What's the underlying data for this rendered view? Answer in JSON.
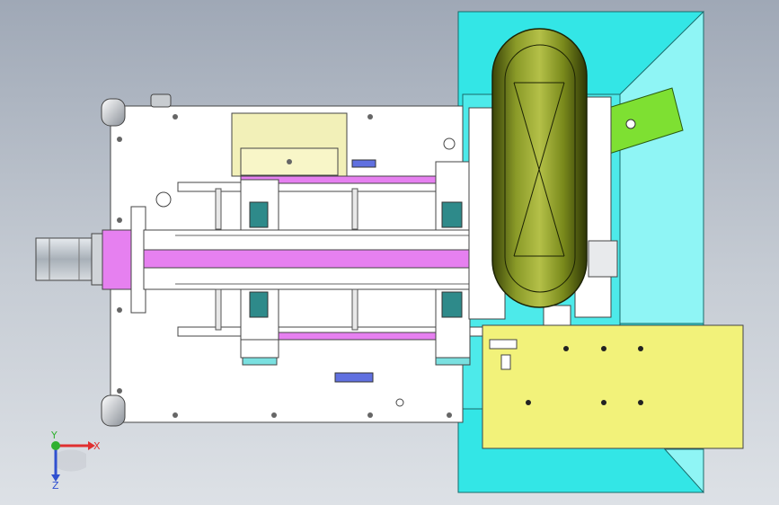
{
  "view": {
    "background_top": "#9fa8b6",
    "background_bottom": "#dde1e6"
  },
  "triad": {
    "x_label": "X",
    "y_label": "Y",
    "z_label": "Z",
    "x_color": "#e03030",
    "y_color": "#30b030",
    "z_color": "#3050d0"
  },
  "colors": {
    "base_plate": "#ffffff",
    "cyan_frame": "#33e6e6",
    "cyan_light": "#8ff5f5",
    "yellow_plate": "#f2f27a",
    "pink_rail": "#e680f0",
    "drum_olive": "#6b7a1c",
    "green_arm": "#7ee032",
    "motor_gray": "#b8c0c8"
  }
}
